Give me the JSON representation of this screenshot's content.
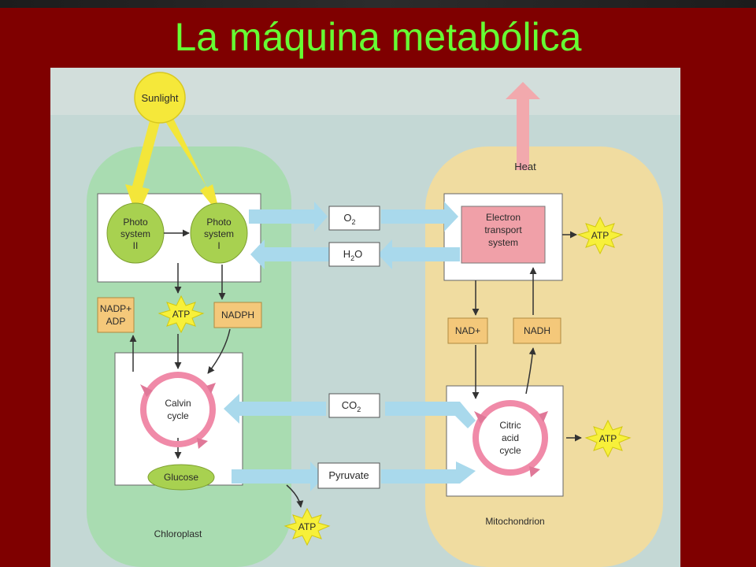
{
  "title": "La máquina metabólica",
  "labels": {
    "sunlight": "Sunlight",
    "heat": "Heat",
    "ps2": [
      "Photo",
      "system",
      "II"
    ],
    "ps1": [
      "Photo",
      "system",
      "I"
    ],
    "o2": "O",
    "o2_sub": "2",
    "h2o_h": "H",
    "h2o_sub": "2",
    "h2o_o": "O",
    "co2": "CO",
    "co2_sub": "2",
    "pyruvate": "Pyruvate",
    "ets": [
      "Electron",
      "transport",
      "system"
    ],
    "atp": "ATP",
    "nadp_adp": [
      "NADP+",
      "ADP"
    ],
    "nadph": "NADPH",
    "nad_plus": "NAD+",
    "nadh": "NADH",
    "calvin": [
      "Calvin",
      "cycle"
    ],
    "citric": [
      "Citric",
      "acid",
      "cycle"
    ],
    "glucose": "Glucose",
    "chloroplast": "Chloroplast",
    "mitochondrion": "Mitochondrion"
  },
  "colors": {
    "slide_bg": "#7f0000",
    "title": "#66ff33",
    "chloroplast": "#a9dcb1",
    "mitochondrion": "#f0dca0",
    "sun": "#f5e83a",
    "photosystem": "#a8d150",
    "ets_box": "#f0a0a8",
    "carrier_box": "#f4c87a",
    "atp_star": "#f7f03a",
    "cycle": "#f08aa8",
    "flow_arrow": "#a9d9ec",
    "heat_arrow": "#f2a9ad"
  }
}
